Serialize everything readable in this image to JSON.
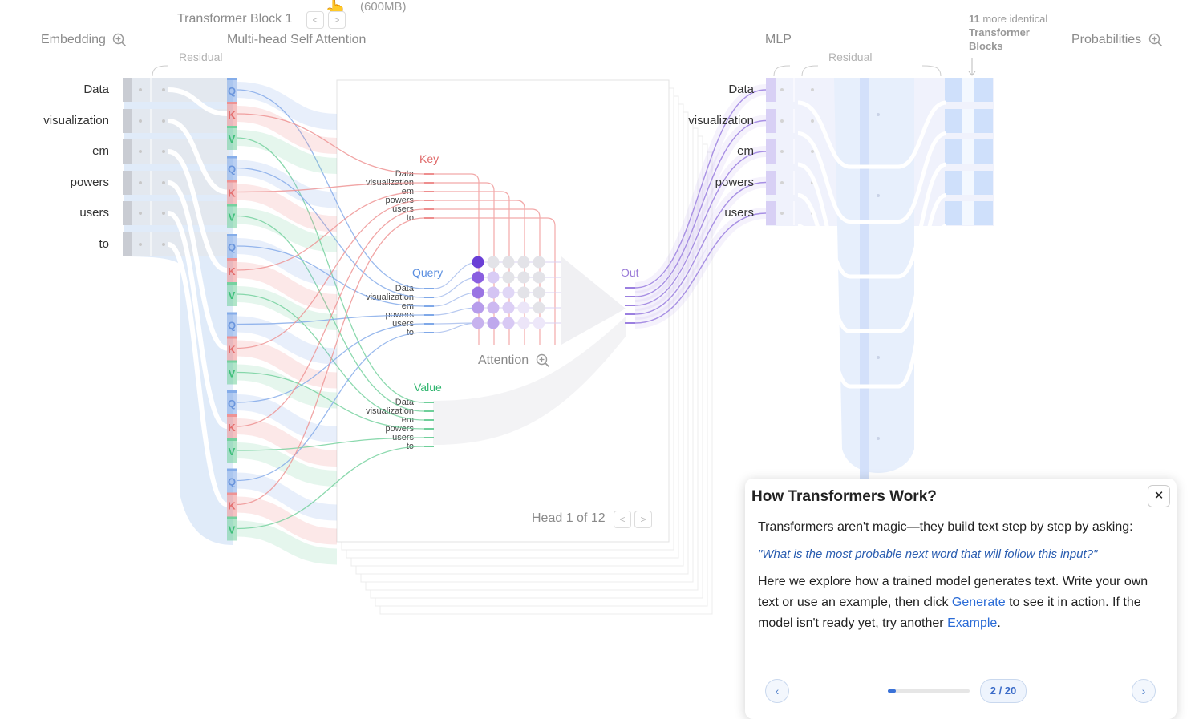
{
  "header": {
    "model_size": "(600MB)",
    "block_title": "Transformer Block 1",
    "embedding": "Embedding",
    "mhsa": "Multi-head Self Attention",
    "mlp": "MLP",
    "probabilities": "Probabilities",
    "residual_left": "Residual",
    "residual_right": "Residual",
    "more_blocks_count": "11",
    "more_blocks_text": "more identical",
    "more_blocks_line2": "Transformer",
    "more_blocks_line3": "Blocks"
  },
  "tokens": [
    "Data",
    "visualization",
    "em",
    "powers",
    "users",
    "to"
  ],
  "tokens_right": [
    "Data",
    "visualization",
    "em",
    "powers",
    "users"
  ],
  "attention": {
    "key_label": "Key",
    "query_label": "Query",
    "value_label": "Value",
    "out_label": "Out",
    "attention_label": "Attention",
    "head_label": "Head 1 of 12",
    "qkv_letters": [
      "Q",
      "K",
      "V"
    ]
  },
  "colors": {
    "query": "#7fa8e8",
    "key": "#ee8e8e",
    "value": "#6fcf9a",
    "out": "#9b7fe0",
    "embed": "#c9ccd3",
    "blue_band": "#d6e4f7"
  },
  "icons": {
    "zoom": "zoom-in-icon",
    "hand": "pointing-hand-icon",
    "prev": "chevron-left-icon",
    "next": "chevron-right-icon",
    "close": "close-icon"
  },
  "popup": {
    "title": "How Transformers Work?",
    "close": "✕",
    "p1": "Transformers aren't magic—they build text step by step by asking:",
    "question": "\"What is the most probable next word that will follow this input?\"",
    "p2_a": "Here we explore how a trained model generates text. Write your own text or use an example, then click ",
    "p2_generate": "Generate",
    "p2_b": " to see it in action. If the model isn't ready yet, try another ",
    "p2_example": "Example",
    "p2_c": ".",
    "prev": "‹",
    "next": "›",
    "page": "2 / 20",
    "progress": 0.1
  }
}
